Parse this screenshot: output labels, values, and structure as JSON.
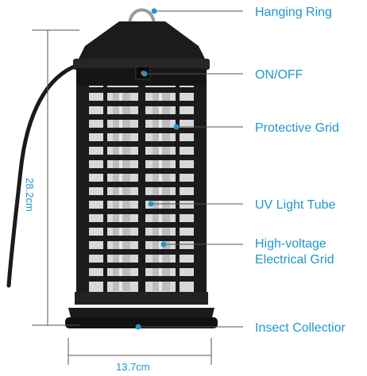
{
  "labels": {
    "hanging_ring": "Hanging Ring",
    "on_off": "ON/OFF",
    "protective_grid": "Protective Grid",
    "uv_light_tube": "UV Light Tube",
    "high_voltage_line1": "High-voltage",
    "high_voltage_line2": "Electrical Grid",
    "insect_collector": "Insect Collectior"
  },
  "dimensions": {
    "height": "28.2cm",
    "width": "13.7cm"
  },
  "colors": {
    "accent": "#1f97c8",
    "device": "#1b1b1b",
    "leader": "#555555"
  }
}
